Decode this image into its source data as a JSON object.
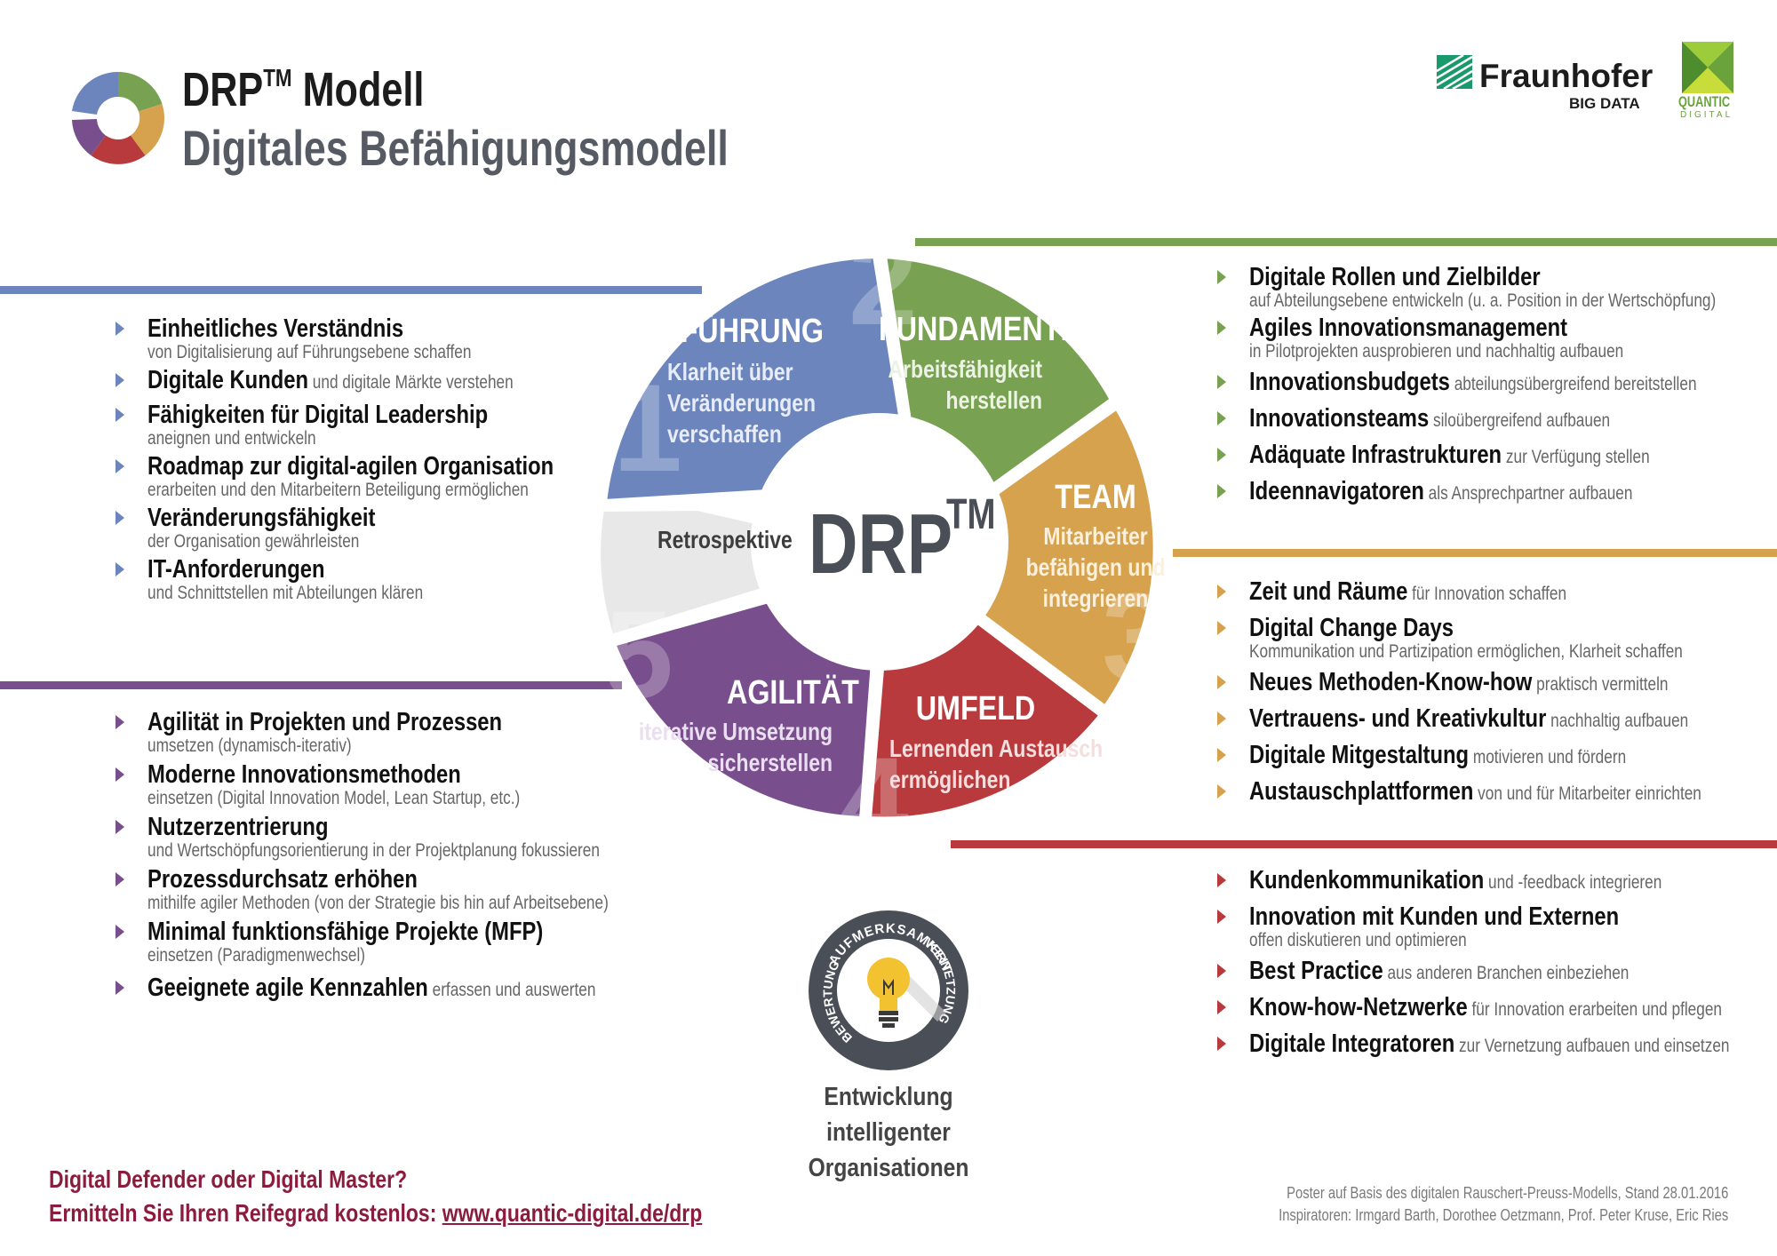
{
  "header": {
    "title_main": "DRP",
    "title_tm": "TM",
    "title_suffix": " Modell",
    "subtitle": "Digitales Befähigungsmodell"
  },
  "logos": {
    "fraunhofer_name": "Fraunhofer",
    "fraunhofer_sub": "BIG DATA",
    "quantic_name": "QUANTIC",
    "quantic_sub": "DIGITAL"
  },
  "colors": {
    "fuehrung": "#6c86bd",
    "fundamente": "#79a152",
    "team": "#d6a24e",
    "umfeld": "#b83a3c",
    "agilitaet": "#794e8d",
    "retrospektive": "#e8e8e8",
    "cta": "#8b1c3e"
  },
  "wheel": {
    "center_label": "DRP",
    "center_tm": "TM",
    "retrospektive": "Retrospektive",
    "segments": [
      {
        "number": "1",
        "title": "FÜHRUNG",
        "lines": [
          "Klarheit über",
          "Veränderungen",
          "verschaffen"
        ]
      },
      {
        "number": "2",
        "title": "FUNDAMENTE",
        "lines": [
          "Arbeitsfähigkeit",
          "herstellen"
        ]
      },
      {
        "number": "3",
        "title": "TEAM",
        "lines": [
          "Mitarbeiter",
          "befähigen und",
          "integrieren"
        ]
      },
      {
        "number": "4",
        "title": "UMFELD",
        "lines": [
          "Lernenden Austausch",
          "ermöglichen"
        ]
      },
      {
        "number": "5",
        "title": "AGILITÄT",
        "lines": [
          "iterative Umsetzung",
          "sicherstellen"
        ]
      }
    ]
  },
  "lists": {
    "fuehrung": [
      {
        "main": "Einheitliches Verständnis",
        "inline": "",
        "sub": "von Digitalisierung auf Führungsebene schaffen"
      },
      {
        "main": "Digitale Kunden",
        "inline": " und digitale Märkte verstehen",
        "sub": ""
      },
      {
        "main": "Fähigkeiten für Digital Leadership",
        "inline": "",
        "sub": "aneignen und entwickeln"
      },
      {
        "main": "Roadmap zur digital-agilen Organisation",
        "inline": "",
        "sub": "erarbeiten und den Mitarbeitern Beteiligung ermöglichen"
      },
      {
        "main": "Veränderungsfähigkeit",
        "inline": "",
        "sub": "der Organisation gewährleisten"
      },
      {
        "main": "IT-Anforderungen",
        "inline": "",
        "sub": "und Schnittstellen mit Abteilungen klären"
      }
    ],
    "agilitaet": [
      {
        "main": "Agilität in Projekten und Prozessen",
        "inline": "",
        "sub": "umsetzen (dynamisch-iterativ)"
      },
      {
        "main": "Moderne Innovationsmethoden",
        "inline": "",
        "sub": "einsetzen (Digital Innovation Model, Lean Startup, etc.)"
      },
      {
        "main": "Nutzerzentrierung",
        "inline": "",
        "sub": "und Wertschöpfungsorientierung in der Projektplanung fokussieren"
      },
      {
        "main": "Prozessdurchsatz erhöhen",
        "inline": "",
        "sub": "mithilfe agiler Methoden (von der Strategie bis hin auf Arbeitsebene)"
      },
      {
        "main": "Minimal funktionsfähige Projekte (MFP)",
        "inline": "",
        "sub": "einsetzen (Paradigmenwechsel)"
      },
      {
        "main": "Geeignete agile Kennzahlen",
        "inline": " erfassen und auswerten",
        "sub": ""
      }
    ],
    "fundamente": [
      {
        "main": "Digitale Rollen und Zielbilder",
        "inline": "",
        "sub": "auf Abteilungsebene entwickeln (u. a. Position in der Wertschöpfung)"
      },
      {
        "main": "Agiles Innovationsmanagement",
        "inline": "",
        "sub": "in Pilotprojekten ausprobieren und nachhaltig aufbauen"
      },
      {
        "main": "Innovationsbudgets",
        "inline": " abteilungsübergreifend bereitstellen",
        "sub": ""
      },
      {
        "main": "Innovationsteams",
        "inline": " silоübergreifend aufbauen",
        "sub": ""
      },
      {
        "main": "Adäquate Infrastrukturen",
        "inline": " zur Verfügung stellen",
        "sub": ""
      },
      {
        "main": "Ideennavigatoren",
        "inline": " als Ansprechpartner aufbauen",
        "sub": ""
      }
    ],
    "team": [
      {
        "main": "Zeit und Räume",
        "inline": " für Innovation schaffen",
        "sub": ""
      },
      {
        "main": "Digital Change Days",
        "inline": "",
        "sub": "Kommunikation und Partizipation ermöglichen, Klarheit schaffen"
      },
      {
        "main": "Neues Methoden-Know-how",
        "inline": " praktisch vermitteln",
        "sub": ""
      },
      {
        "main": "Vertrauens- und Kreativkultur",
        "inline": " nachhaltig aufbauen",
        "sub": ""
      },
      {
        "main": "Digitale Mitgestaltung",
        "inline": " motivieren und fördern",
        "sub": ""
      },
      {
        "main": "Austauschplattformen",
        "inline": " von und für Mitarbeiter einrichten",
        "sub": ""
      }
    ],
    "umfeld": [
      {
        "main": "Kundenkommunikation",
        "inline": " und -feedback integrieren",
        "sub": ""
      },
      {
        "main": "Innovation mit Kunden und Externen",
        "inline": "",
        "sub": "offen diskutieren und optimieren"
      },
      {
        "main": "Best Practice",
        "inline": " aus anderen Branchen einbeziehen",
        "sub": ""
      },
      {
        "main": "Know-how-Netzwerke",
        "inline": " für Innovation erarbeiten und pflegen",
        "sub": ""
      },
      {
        "main": "Digitale Integratoren",
        "inline": " zur Vernetzung aufbauen und einsetzen",
        "sub": ""
      }
    ]
  },
  "badge": {
    "top": "AUFMERKSAMKEIT",
    "right": "VERNETZUNG",
    "left": "BEWERTUNG",
    "caption_line1": "Entwicklung intelligenter",
    "caption_line2": "Organisationen"
  },
  "footer": {
    "cta_line1": "Digital Defender oder Digital Master?",
    "cta_line2_prefix": "Ermitteln Sie Ihren Reifegrad kostenlos: ",
    "cta_link": "www.quantic-digital.de/drp",
    "credit1": "Poster auf Basis des digitalen Rauschert-Preuss-Modells, Stand 28.01.2016",
    "credit2": "Inspiratoren: Irmgard Barth, Dorothee Oetzmann, Prof. Peter Kruse, Eric Ries"
  }
}
